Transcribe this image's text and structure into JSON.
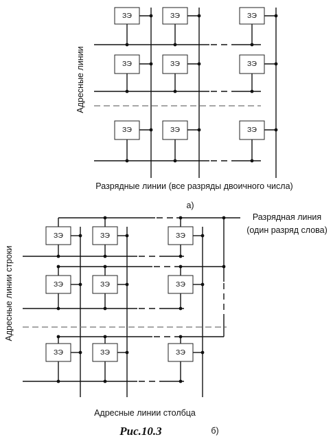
{
  "cell_label": "ЗЭ",
  "diagram_a": {
    "row_label": "Адресные линии",
    "bit_label": "Разрядные линии (все разряды двоичного числа)",
    "sublabel": "а)"
  },
  "diagram_b": {
    "row_label": "Адресные линии строки",
    "bit_label_line1": "Разрядная линия",
    "bit_label_line2": "(один разряд слова)",
    "col_label": "Адресные линии столбца",
    "sublabel": "б)"
  },
  "caption": "Рис.10.3"
}
